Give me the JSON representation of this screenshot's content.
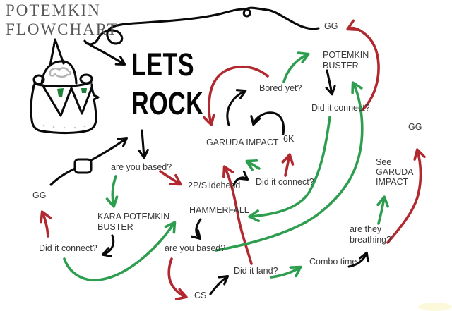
{
  "title": "POTEMKIN\nFLOWCHART",
  "colors": {
    "red": "#b1282f",
    "green": "#2d9e4f",
    "black": "#0a0a0a",
    "label": "#383838",
    "title": "#565656",
    "goggles": "#b3b3b3",
    "eye": "#1e8039"
  },
  "nodes": {
    "lets_rock": {
      "label": "LETS\nROCK"
    },
    "gg_top": {
      "label": "GG"
    },
    "potemkin_buster": {
      "label": "POTEMKIN\nBUSTER"
    },
    "bored_yet": {
      "label": "Bored yet?"
    },
    "did_connect_tr": {
      "label": "Did it connect?"
    },
    "garuda_impact": {
      "label": "GARUDA IMPACT"
    },
    "six_k": {
      "label": "6K"
    },
    "gg_right": {
      "label": "GG"
    },
    "see_garuda": {
      "label": "See\nGARUDA\nIMPACT"
    },
    "are_based_top": {
      "label": "are you based?"
    },
    "slidehead": {
      "label": "2P/Slidehead"
    },
    "did_connect_mid": {
      "label": "Did it connect?"
    },
    "gg_left": {
      "label": "GG"
    },
    "kara_buster": {
      "label": "KARA POTEMKIN\nBUSTER"
    },
    "hammerfall": {
      "label": "HAMMERFALL"
    },
    "did_connect_bl": {
      "label": "Did it connect?"
    },
    "are_based_bottom": {
      "label": "are you based?"
    },
    "breathing": {
      "label": "are they\nbreathing?"
    },
    "combo_time": {
      "label": "Combo time"
    },
    "did_land": {
      "label": "Did it land?"
    },
    "cs": {
      "label": "CS"
    }
  },
  "edges": [
    {
      "from": "GG (top)",
      "to": "LETS ROCK",
      "color": "black"
    },
    {
      "from": "LETS ROCK",
      "to": "are you based?",
      "color": "black"
    },
    {
      "from": "are you based?",
      "to": "KARA POTEMKIN BUSTER",
      "color": "green"
    },
    {
      "from": "are you based?",
      "to": "2P/Slidehead",
      "color": "red"
    },
    {
      "from": "KARA POTEMKIN BUSTER",
      "to": "Did it connect? (left)",
      "color": "black"
    },
    {
      "from": "Did it connect? (left)",
      "to": "GG (left)",
      "color": "red"
    },
    {
      "from": "Did it connect? (left)",
      "to": "HAMMERFALL",
      "color": "green"
    },
    {
      "from": "GG (left)",
      "to": "LETS ROCK",
      "color": "black"
    },
    {
      "from": "2P/Slidehead",
      "to": "Did it connect? (middle)",
      "color": "black"
    },
    {
      "from": "Did it connect? (middle)",
      "to": "GARUDA IMPACT",
      "color": "green"
    },
    {
      "from": "Did it connect? (middle)",
      "to": "6K",
      "color": "red"
    },
    {
      "from": "6K",
      "to": "GARUDA IMPACT",
      "color": "black"
    },
    {
      "from": "GARUDA IMPACT",
      "to": "Bored yet?",
      "color": "black"
    },
    {
      "from": "Bored yet?",
      "to": "GARUDA IMPACT",
      "color": "red"
    },
    {
      "from": "Bored yet?",
      "to": "POTEMKIN BUSTER",
      "color": "green"
    },
    {
      "from": "POTEMKIN BUSTER",
      "to": "Did it connect? (top right)",
      "color": "black"
    },
    {
      "from": "Did it connect? (top right)",
      "to": "GG (top)",
      "color": "red"
    },
    {
      "from": "Did it connect? (top right)",
      "to": "HAMMERFALL",
      "color": "green"
    },
    {
      "from": "HAMMERFALL",
      "to": "are you based? (bottom)",
      "color": "black"
    },
    {
      "from": "are you based? (bottom)",
      "to": "POTEMKIN BUSTER",
      "color": "green"
    },
    {
      "from": "are you based? (bottom)",
      "to": "CS",
      "color": "red"
    },
    {
      "from": "CS",
      "to": "Did it land?",
      "color": "black"
    },
    {
      "from": "Did it land?",
      "to": "Combo time",
      "color": "green"
    },
    {
      "from": "Did it land?",
      "to": "GARUDA IMPACT",
      "color": "red"
    },
    {
      "from": "Combo time",
      "to": "are they breathing?",
      "color": "black"
    },
    {
      "from": "are they breathing?",
      "to": "See GARUDA IMPACT",
      "color": "green"
    },
    {
      "from": "are they breathing?",
      "to": "GG (right)",
      "color": "red"
    }
  ]
}
